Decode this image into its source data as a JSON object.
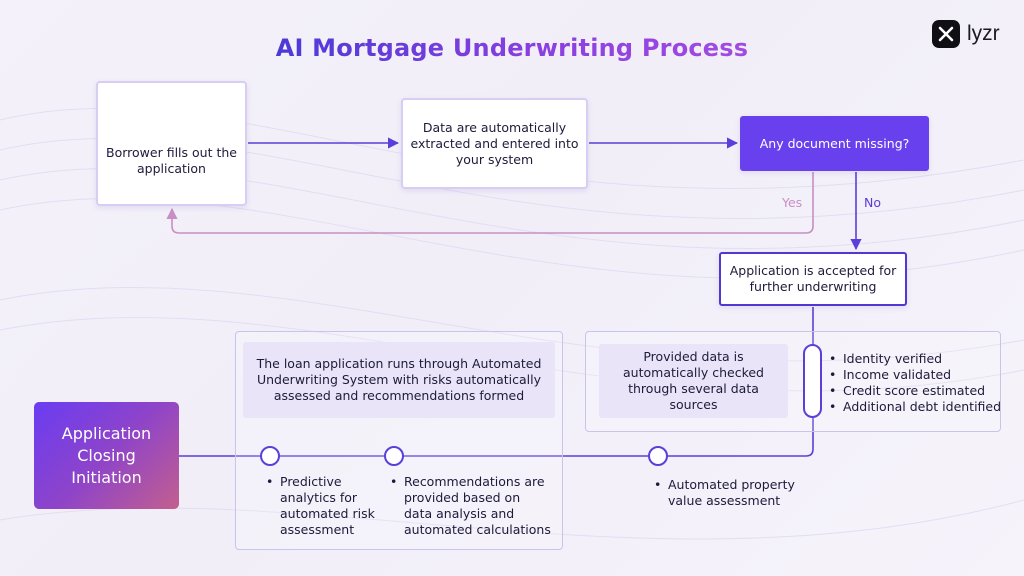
{
  "title": "AI Mortgage Underwriting Process",
  "logo": {
    "text": "lyzr"
  },
  "steps": {
    "borrower": "Borrower fills out the application",
    "extract": "Data are automatically extracted and entered into your system",
    "decision": "Any document missing?",
    "accepted": "Application is accepted for further underwriting",
    "underwriting": "The loan application runs through Automated Underwriting System with risks automatically assessed and recommendations formed",
    "check": "Provided data is automatically checked through several data sources",
    "closing": "Application Closing Initiation"
  },
  "branch_labels": {
    "yes": "Yes",
    "no": "No"
  },
  "checks": [
    "Identity verified",
    "Income validated",
    "Credit score estimated",
    "Additional debt identified"
  ],
  "milestones": {
    "predictive": "Predictive analytics for automated risk assessment",
    "recommendations": "Recommendations are provided based on data analysis and automated calculations",
    "property": "Automated property value assessment"
  },
  "colors": {
    "accent": "#6940ee",
    "connector": "#5a3fd9",
    "yes_path": "#c88fc2",
    "title_start": "#4b3ad6",
    "title_end": "#a24be2"
  }
}
